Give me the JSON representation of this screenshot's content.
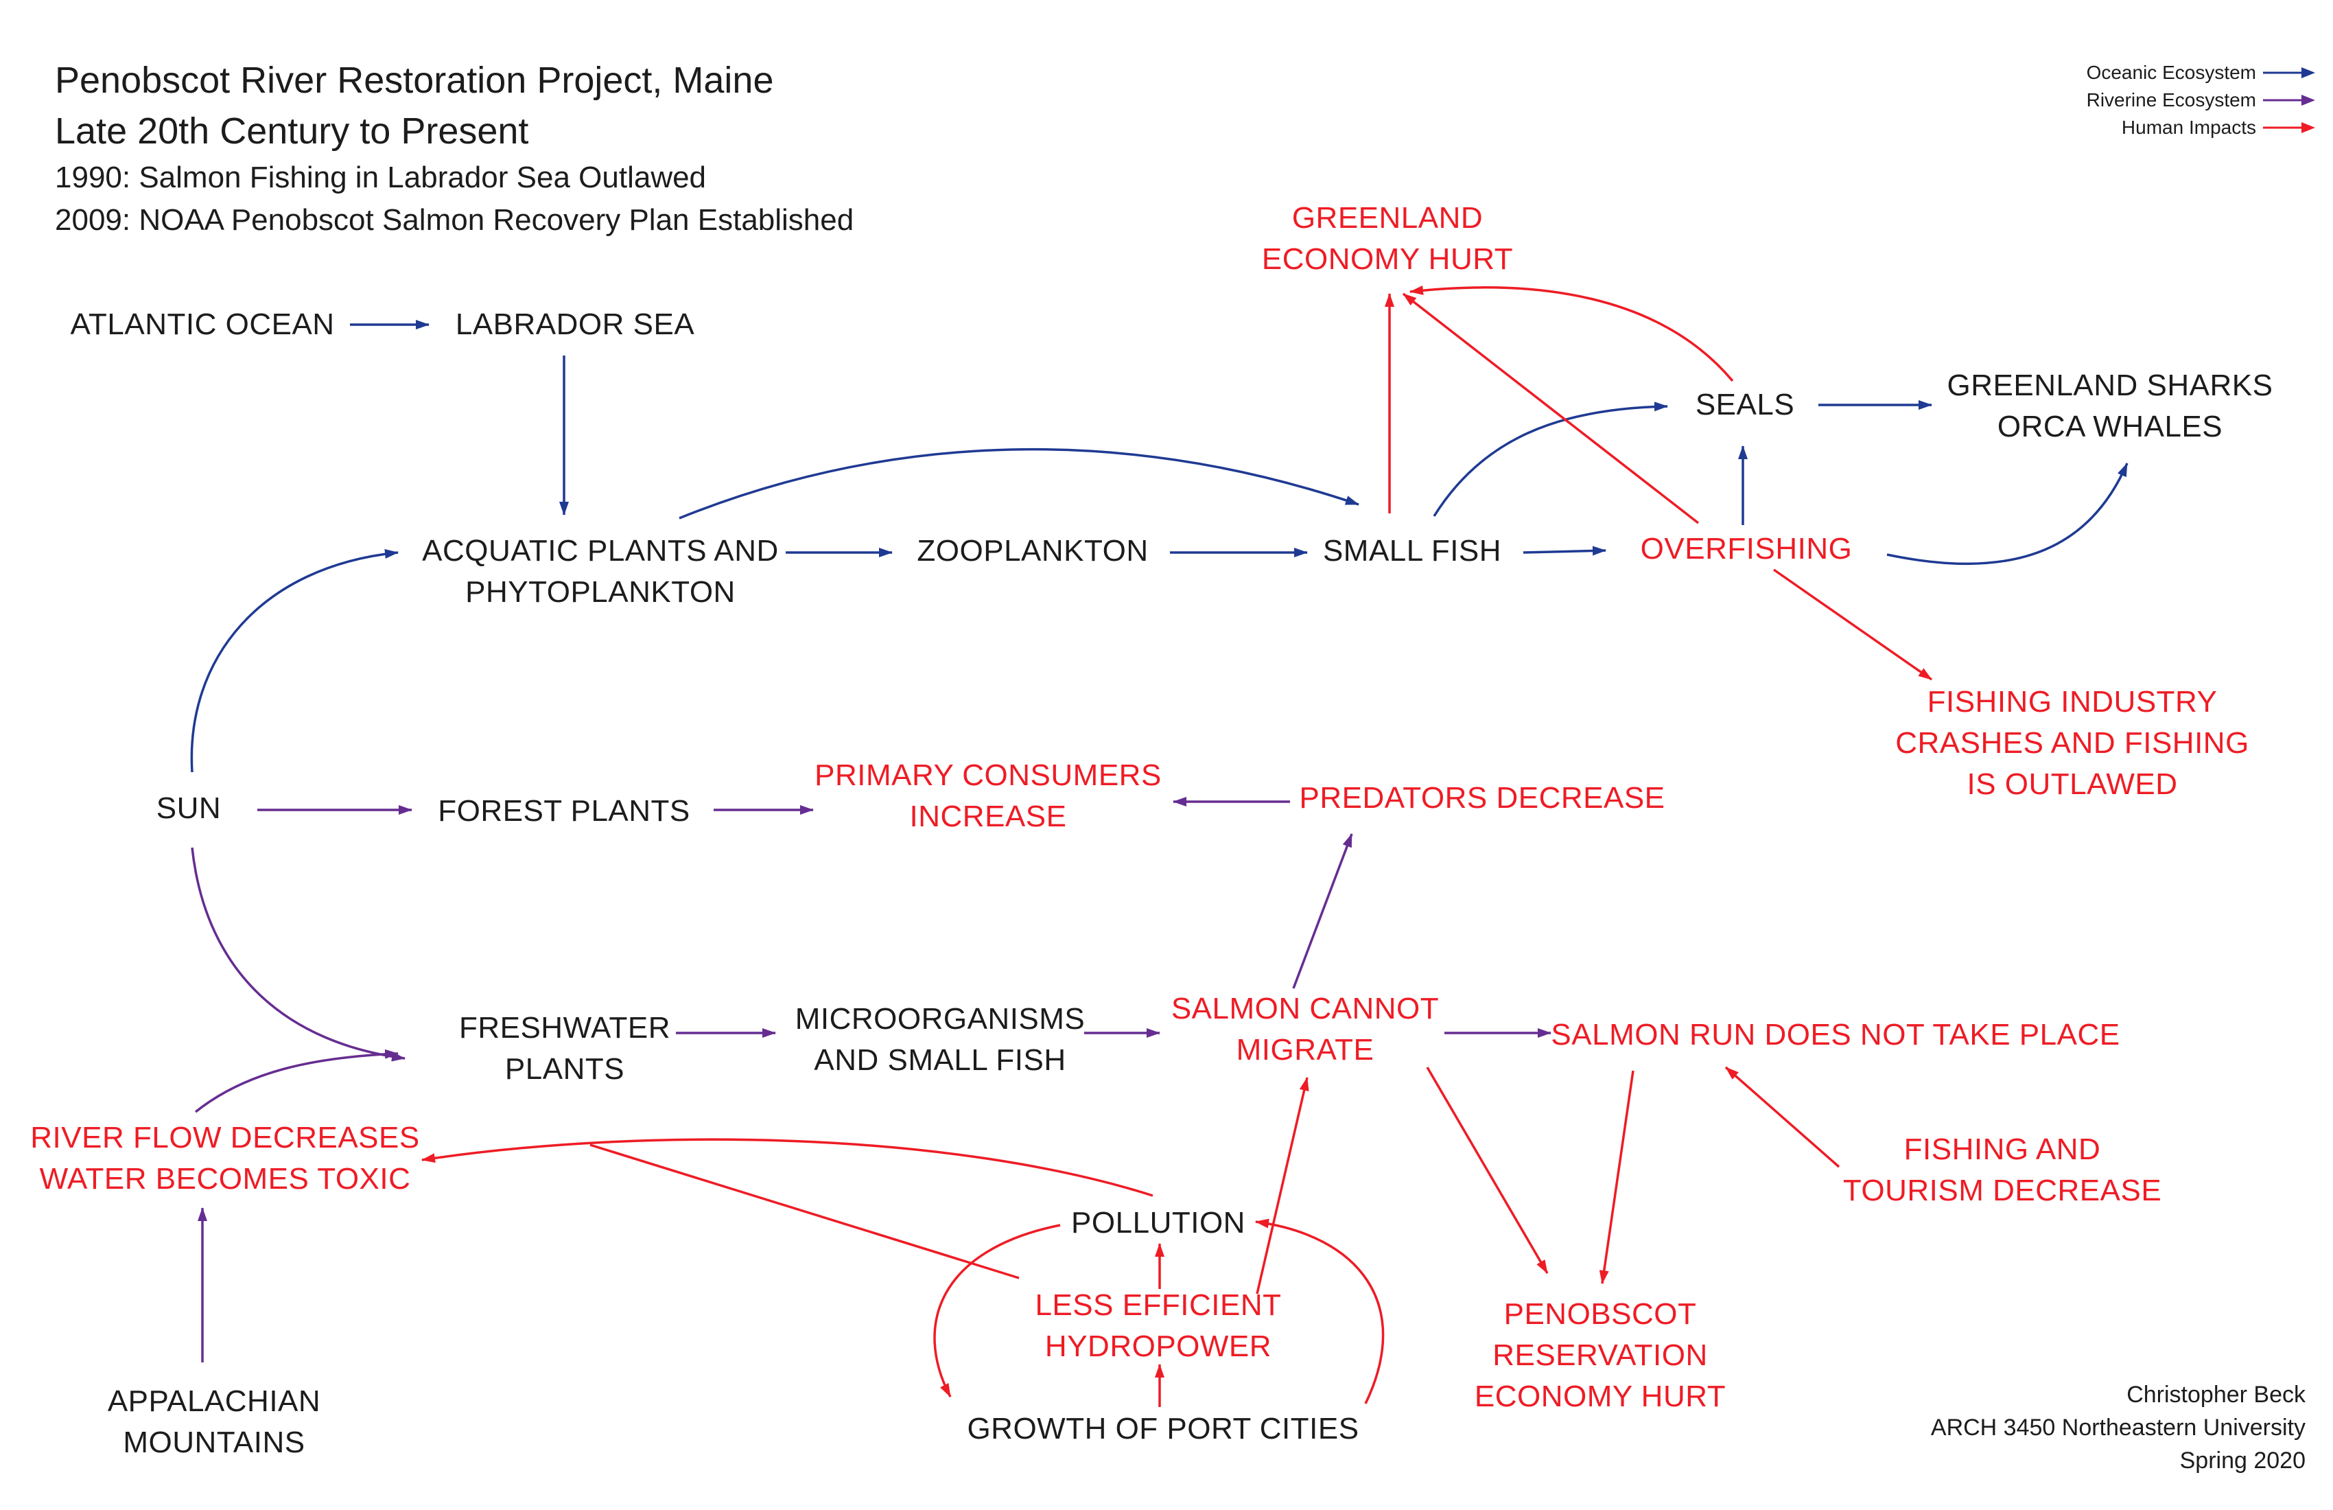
{
  "title_lines": [
    "Penobscot River Restoration Project, Maine",
    "Late 20th Century to Present",
    "1990: Salmon Fishing in Labrador Sea Outlawed",
    "2009: NOAA Penobscot Salmon Recovery Plan Established"
  ],
  "legend": [
    {
      "label": "Oceanic Ecosystem",
      "color": "#1f3a93"
    },
    {
      "label": "Riverine Ecosystem",
      "color": "#662d91"
    },
    {
      "label": "Human Impacts",
      "color": "#ee1c25"
    }
  ],
  "colors": {
    "oceanic": "#1f3a93",
    "riverine": "#662d91",
    "human": "#ee1c25",
    "text": "#1c1c1c",
    "text_human": "#ee1c25"
  },
  "nodes": {
    "atlantic_ocean": [
      "ATLANTIC OCEAN"
    ],
    "labrador_sea": [
      "LABRADOR SEA"
    ],
    "aquatic_plants": [
      "ACQUATIC PLANTS AND",
      "PHYTOPLANKTON"
    ],
    "zooplankton": [
      "ZOOPLANKTON"
    ],
    "small_fish": [
      "SMALL FISH"
    ],
    "overfishing": [
      "OVERFISHING"
    ],
    "seals": [
      "SEALS"
    ],
    "sharks_orcas": [
      "GREENLAND SHARKS",
      "ORCA WHALES"
    ],
    "greenland_economy": [
      "GREENLAND",
      "ECONOMY HURT"
    ],
    "fishing_industry": [
      "FISHING INDUSTRY",
      "CRASHES AND FISHING",
      "IS OUTLAWED"
    ],
    "sun": [
      "SUN"
    ],
    "forest_plants": [
      "FOREST PLANTS"
    ],
    "primary_consumers": [
      "PRIMARY CONSUMERS",
      "INCREASE"
    ],
    "predators_decrease": [
      "PREDATORS DECREASE"
    ],
    "freshwater_plants": [
      "FRESHWATER",
      "PLANTS"
    ],
    "microorganisms": [
      "MICROORGANISMS",
      "AND SMALL FISH"
    ],
    "salmon_cannot_migrate": [
      "SALMON CANNOT",
      "MIGRATE"
    ],
    "salmon_run": [
      "SALMON RUN DOES NOT TAKE PLACE"
    ],
    "river_flow": [
      "RIVER FLOW DECREASES",
      "WATER BECOMES TOXIC"
    ],
    "pollution": [
      "POLLUTION"
    ],
    "hydropower": [
      "LESS EFFICIENT",
      "HYDROPOWER"
    ],
    "port_cities": [
      "GROWTH OF PORT CITIES"
    ],
    "appalachian": [
      "APPALACHIAN",
      "MOUNTAINS"
    ],
    "reservation_economy": [
      "PENOBSCOT",
      "RESERVATION",
      "ECONOMY HURT"
    ],
    "fishing_tourism": [
      "FISHING AND",
      "TOURISM DECREASE"
    ]
  },
  "credit_lines": [
    "Christopher Beck",
    "ARCH 3450 Northeastern University",
    "Spring 2020"
  ]
}
